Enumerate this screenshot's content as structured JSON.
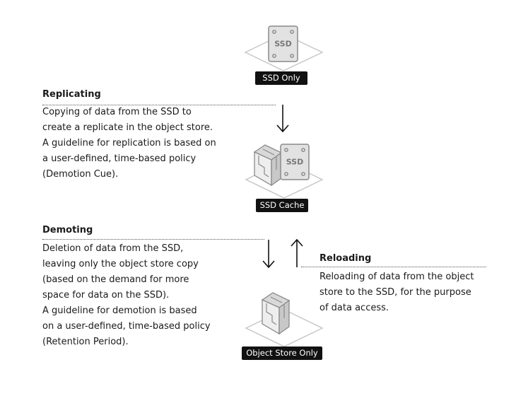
{
  "nodes": {
    "ssd_only": {
      "label": "SSD Only",
      "icon": "ssd-drive-icon",
      "icon_text": "SSD"
    },
    "ssd_cache": {
      "label": "SSD Cache",
      "icon": "object-store-and-ssd-icon",
      "icon_text": "SSD"
    },
    "object_store_only": {
      "label": "Object Store Only",
      "icon": "object-store-box-icon"
    }
  },
  "transitions": {
    "replicating": {
      "title": "Replicating",
      "lines": [
        "Copying of data from the SSD to",
        "create a replicate in the object store.",
        "A guideline for replication is based on",
        "a user-defined, time-based policy",
        "(Demotion Cue)."
      ]
    },
    "demoting": {
      "title": "Demoting",
      "lines": [
        "Deletion of data from the SSD,",
        "leaving only the object store copy",
        "(based on the demand for more",
        "space for data on the SSD).",
        "A guideline for demotion is based",
        "on a user-defined, time-based policy",
        "(Retention Period)."
      ]
    },
    "reloading": {
      "title": "Reloading",
      "lines": [
        "Reloading of data from the object",
        "store to the SSD, for the purpose",
        "of data access."
      ]
    }
  }
}
